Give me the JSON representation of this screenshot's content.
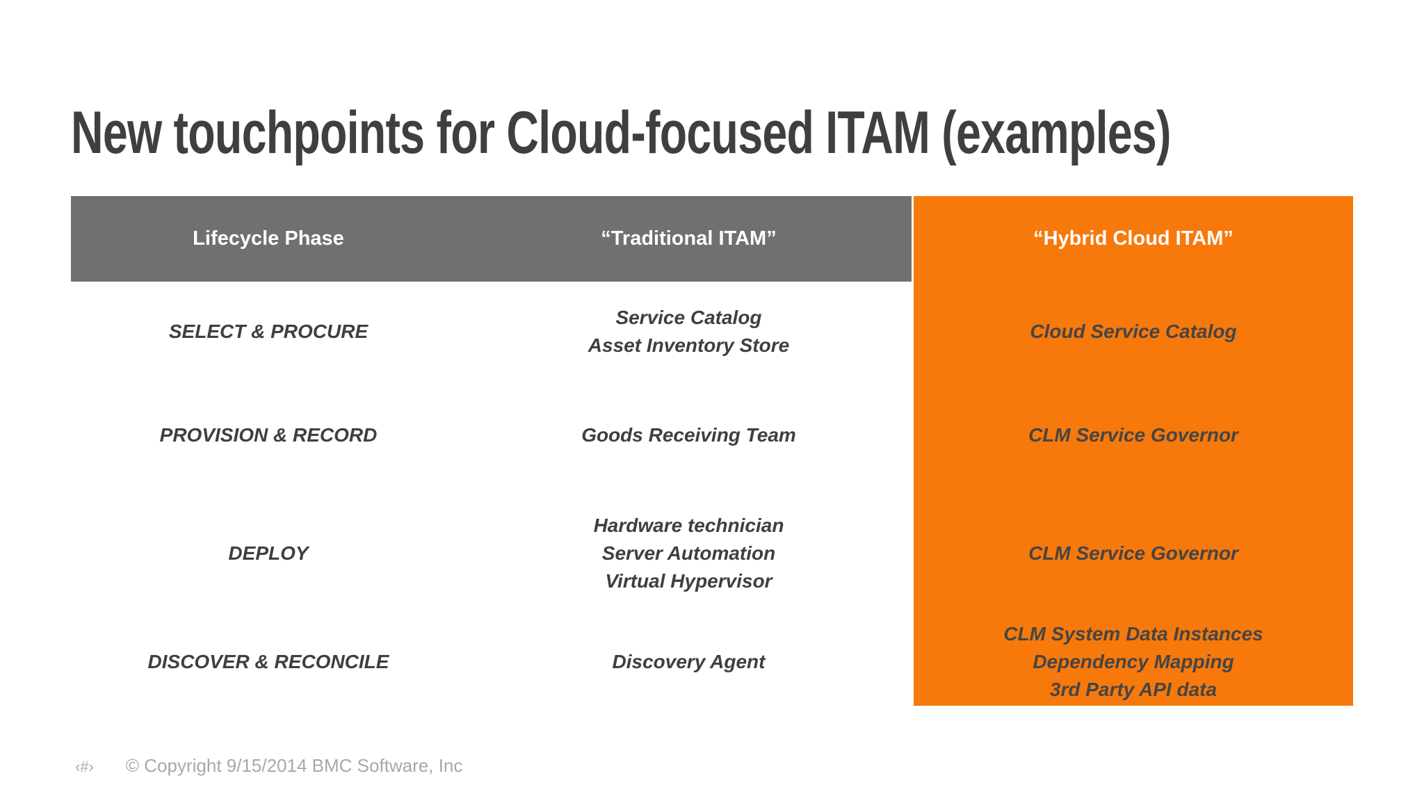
{
  "slide": {
    "title": "New touchpoints for Cloud-focused ITAM (examples)",
    "footer": {
      "page_placeholder": "‹#›",
      "copyright": "© Copyright 9/15/2014 BMC Software, Inc"
    }
  },
  "colors": {
    "accent_orange": "#F7790B",
    "header_gray": "#707070",
    "title_text": "#3F3F3F",
    "cell_text": "#3F3F3F",
    "divider": "#DBDBDB",
    "footer_text": "#A8A8A8"
  },
  "table": {
    "columns": [
      {
        "label": "Lifecycle Phase"
      },
      {
        "label": "“Traditional ITAM”"
      },
      {
        "label": "“Hybrid Cloud ITAM”"
      }
    ],
    "rows": [
      {
        "phase": "SELECT & PROCURE",
        "traditional": [
          "Service Catalog",
          "Asset Inventory Store"
        ],
        "hybrid": [
          "Cloud Service Catalog"
        ]
      },
      {
        "phase": "PROVISION & RECORD",
        "traditional": [
          "Goods Receiving Team"
        ],
        "hybrid": [
          "CLM Service Governor"
        ]
      },
      {
        "phase": "DEPLOY",
        "traditional": [
          "Hardware technician",
          "Server Automation",
          "Virtual Hypervisor"
        ],
        "hybrid": [
          "CLM Service Governor"
        ]
      },
      {
        "phase": "DISCOVER & RECONCILE",
        "traditional": [
          "Discovery Agent"
        ],
        "hybrid": [
          "CLM System Data Instances",
          "Dependency Mapping",
          "3rd Party API data"
        ]
      }
    ]
  }
}
